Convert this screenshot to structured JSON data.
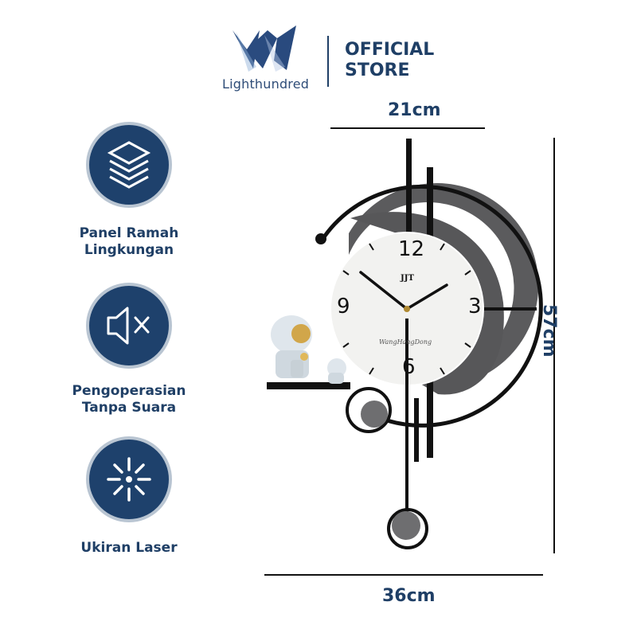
{
  "header": {
    "brand": "Lighthundred",
    "store_line1": "OFFICIAL",
    "store_line2": "STORE"
  },
  "features": [
    {
      "icon": "layers-icon",
      "line1": "Panel Ramah",
      "line2": "Lingkungan"
    },
    {
      "icon": "mute-icon",
      "line1": "Pengoperasian",
      "line2": "Tanpa Suara"
    },
    {
      "icon": "laser-icon",
      "line1": "Ukiran Laser",
      "line2": ""
    }
  ],
  "dimensions": {
    "width_top": "21cm",
    "width_bottom": "36cm",
    "height": "57cm"
  },
  "clock": {
    "numbers": [
      "12",
      "3",
      "6",
      "9"
    ],
    "maker_mark": "JJT",
    "signature": "WangHangDong"
  },
  "colors": {
    "navy": "#1e416c",
    "circle_border": "#b9c5d2",
    "frame": "#111111",
    "grey_panel": "#5b5b5d"
  }
}
